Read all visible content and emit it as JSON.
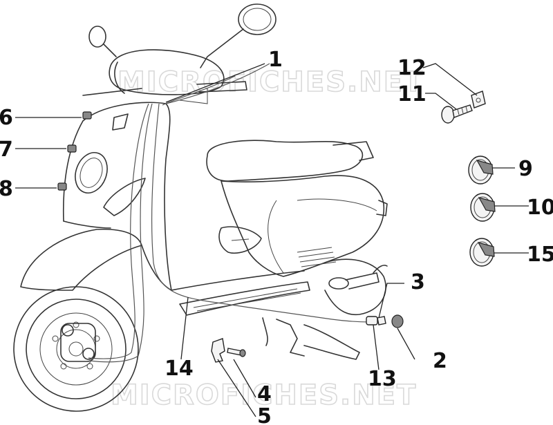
{
  "watermarks": {
    "top": "MICROFICHES.NET",
    "bottom": "MICROFICHES.NET"
  },
  "callouts": [
    {
      "id": "1",
      "label": "1"
    },
    {
      "id": "2",
      "label": "2"
    },
    {
      "id": "3",
      "label": "3"
    },
    {
      "id": "4",
      "label": "4"
    },
    {
      "id": "5",
      "label": "5"
    },
    {
      "id": "6",
      "label": "6"
    },
    {
      "id": "7",
      "label": "7"
    },
    {
      "id": "8",
      "label": "8"
    },
    {
      "id": "9",
      "label": "9"
    },
    {
      "id": "10",
      "label": "10"
    },
    {
      "id": "11",
      "label": "11"
    },
    {
      "id": "12",
      "label": "12"
    },
    {
      "id": "13",
      "label": "13"
    },
    {
      "id": "14",
      "label": "14"
    },
    {
      "id": "15",
      "label": "15"
    }
  ]
}
